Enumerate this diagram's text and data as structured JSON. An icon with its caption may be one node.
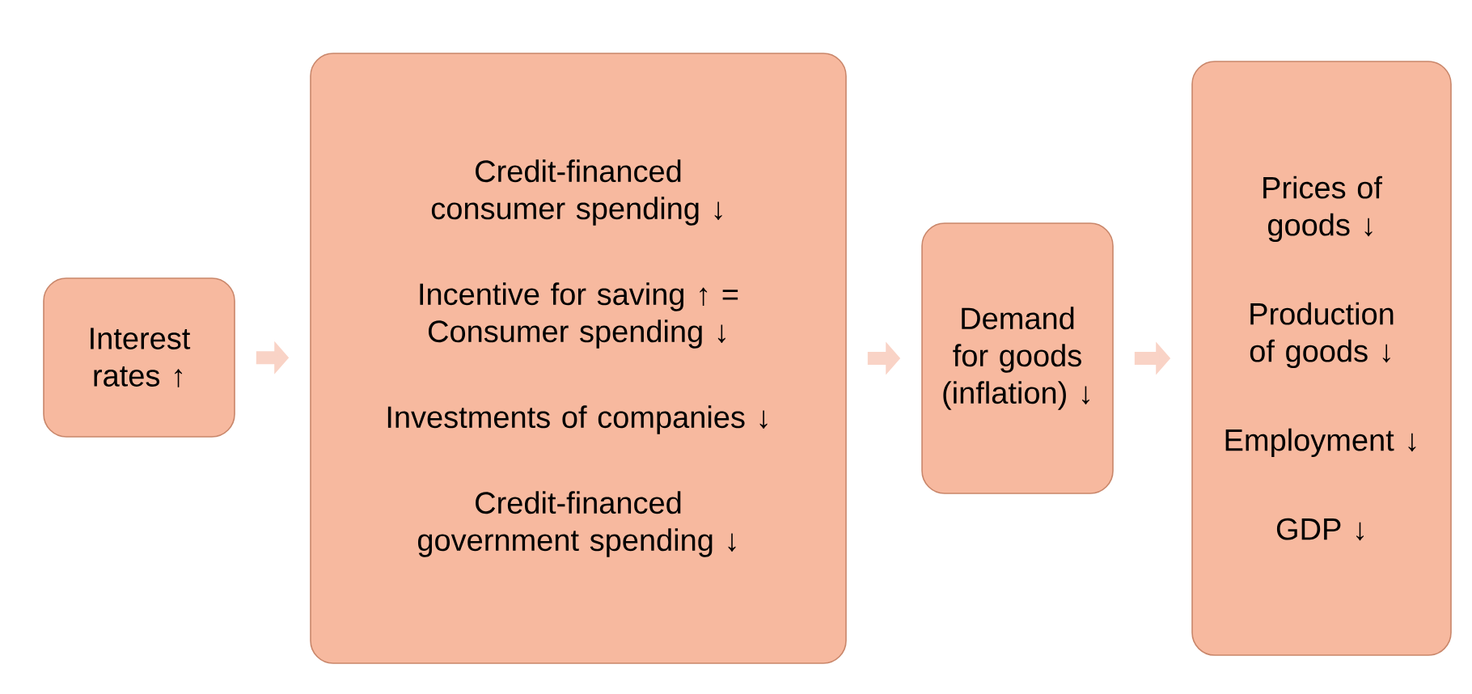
{
  "diagram": {
    "nodes": [
      {
        "text": [
          "Interest rates ↑"
        ]
      },
      {
        "text": [
          "Credit-financed consumer spending ↓",
          "Incentive for saving ↑ = Consumer spending ↓",
          "Investments of companies ↓",
          "Credit-financed government spending ↓"
        ]
      },
      {
        "text": [
          "Demand for goods (inflation) ↓"
        ]
      },
      {
        "text": [
          "Prices of goods ↓",
          "Production of goods ↓",
          "Employment ↓",
          "GDP ↓"
        ]
      }
    ],
    "edges": [
      {
        "from": 0,
        "to": 1,
        "arrow": "to"
      },
      {
        "from": 1,
        "to": 2,
        "arrow": "to"
      },
      {
        "from": 2,
        "to": 3,
        "arrow": "to"
      }
    ]
  }
}
